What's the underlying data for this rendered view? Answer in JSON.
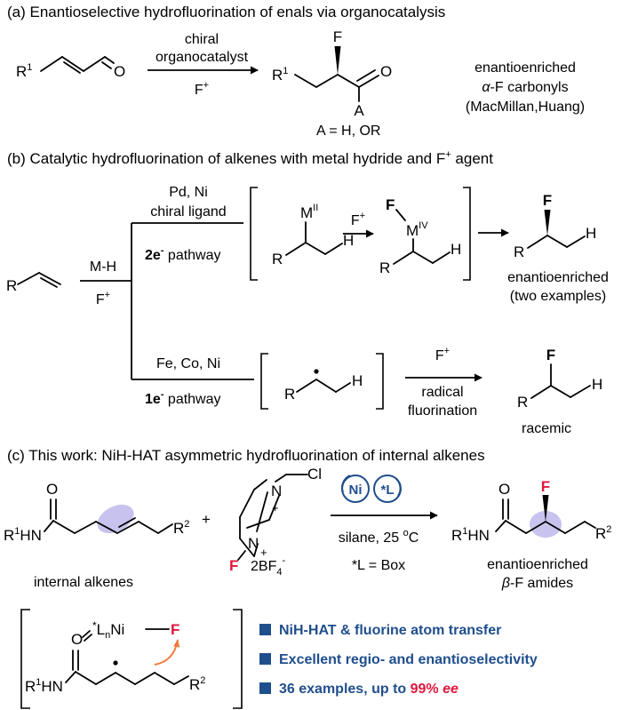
{
  "colors": {
    "ink": "#000000",
    "accent_red": "#e0173c",
    "blue": "#1f4e8c",
    "highlight": "#c7c3ee",
    "orange": "#f07a3a"
  },
  "part_a": {
    "heading": "(a) Enantioselective hydrofluorination of enals via organocatalysis",
    "r": "R",
    "r_sup": "1",
    "o": "O",
    "f": "F",
    "a": "A",
    "cond_top1": "chiral",
    "cond_top2": "organocatalyst",
    "cond_bottom": "F",
    "cond_bottom_sup": "+",
    "a_def": "A = H, OR",
    "desc1": "enantioenriched",
    "desc2_alpha": "α",
    "desc2_rest": "-F carbonyls",
    "desc3": "(MacMillan,Huang)"
  },
  "part_b": {
    "heading": "(b) Catalytic hydrofluorination of alkenes with metal hydride and F",
    "heading_sup": "+",
    "heading_tail": " agent",
    "r": "R",
    "mh": "M-H",
    "fplus": "F",
    "fplus_sup": "+",
    "upper_cond1": "Pd, Ni",
    "upper_cond2": "chiral ligand",
    "upper_path_num": "2e",
    "upper_path_sup": "-",
    "upper_path_text": " pathway",
    "m": "M",
    "m_ii": "II",
    "m_iv": "IV",
    "h": "H",
    "f": "F",
    "upper_product1": "enantioenriched",
    "upper_product2": "(two examples)",
    "lower_cond": "Fe, Co, Ni",
    "lower_path_num": "1e",
    "lower_path_sup": "-",
    "lower_path_text": " pathway",
    "lower_arrow1": "radical",
    "lower_arrow2": "fluorination",
    "lower_product": "racemic"
  },
  "part_c": {
    "heading": "(c) This work: NiH-HAT asymmetric hydrofluorination of internal alkenes",
    "o": "O",
    "r1": "R",
    "r1_sup": "1",
    "hn": "HN",
    "r2": "R",
    "r2_sup": "2",
    "plus": "+",
    "n": "N",
    "nplus": "+",
    "cl": "Cl",
    "f": "F",
    "bf4": "2BF",
    "bf4_sub": "4",
    "bf4_sup": "-",
    "ni": "Ni",
    "star_l": "*L",
    "cond1": "silane, 25 ",
    "cond1_deg": "o",
    "cond1_c": "C",
    "cond2": "*L = Box",
    "substrate_label": "internal alkenes",
    "product1": "enantioenriched",
    "product2_beta": "β",
    "product2_rest": "-F amides",
    "ts_ligand_star": "*",
    "ts_ligand_l": "L",
    "ts_ligand_n": "n",
    "ts_ni": "Ni",
    "ts_f": "F",
    "bullets": [
      {
        "text": "NiH-HAT & fluorine atom transfer"
      },
      {
        "text": "Excellent regio- and enantioselectivity"
      },
      {
        "text": "36 examples, up to ",
        "highlight": "99% ",
        "highlight_italic": "ee"
      }
    ]
  }
}
